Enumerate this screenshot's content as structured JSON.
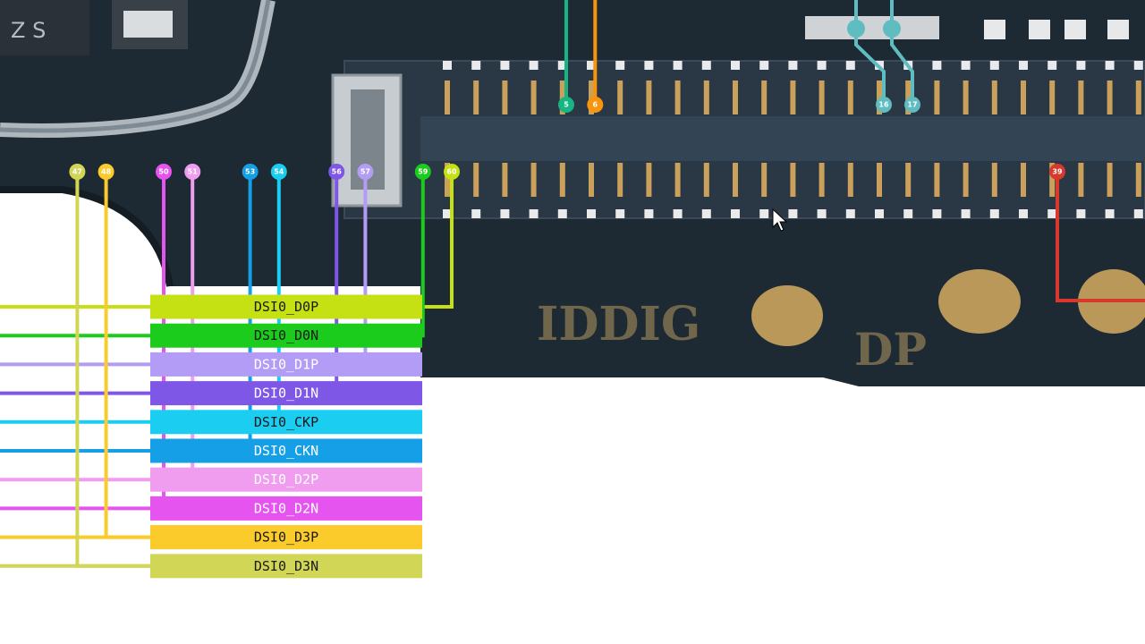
{
  "board": {
    "chip_marking": "Z S",
    "silk_left": "IDDIG",
    "silk_right": "DP",
    "colors": {
      "pcb": "#1e2a33",
      "connector": "#2a3744",
      "pad": "#c9a15a"
    }
  },
  "signals": [
    {
      "label": "DSI0_D0P",
      "pin": "60",
      "color": "#c5e113",
      "text_color": "#1a1a1a"
    },
    {
      "label": "DSI0_D0N",
      "pin": "59",
      "color": "#1ccc1c",
      "text_color": "#1a1a1a"
    },
    {
      "label": "DSI0_D1P",
      "pin": "57",
      "color": "#b39cf5",
      "text_color": "#ffffff"
    },
    {
      "label": "DSI0_D1N",
      "pin": "56",
      "color": "#7f57e6",
      "text_color": "#ffffff"
    },
    {
      "label": "DSI0_CKP",
      "pin": "54",
      "color": "#1ccdf2",
      "text_color": "#1a1a1a"
    },
    {
      "label": "DSI0_CKN",
      "pin": "53",
      "color": "#149fe6",
      "text_color": "#ffffff"
    },
    {
      "label": "DSI0_D2P",
      "pin": "51",
      "color": "#f09df0",
      "text_color": "#ffffff"
    },
    {
      "label": "DSI0_D2N",
      "pin": "50",
      "color": "#e654ef",
      "text_color": "#ffffff"
    },
    {
      "label": "DSI0_D3P",
      "pin": "48",
      "color": "#fbcb2c",
      "text_color": "#1a1a1a"
    },
    {
      "label": "DSI0_D3N",
      "pin": "47",
      "color": "#d2d656",
      "text_color": "#1a1a1a"
    }
  ],
  "top_pins": [
    {
      "pin": "5",
      "color": "#16b582"
    },
    {
      "pin": "6",
      "color": "#f7960d"
    },
    {
      "pin": "16",
      "color": "#5fbcc0"
    },
    {
      "pin": "17",
      "color": "#5fbcc0"
    }
  ],
  "other_pins": [
    {
      "pin": "39",
      "color": "#d9382c"
    }
  ]
}
